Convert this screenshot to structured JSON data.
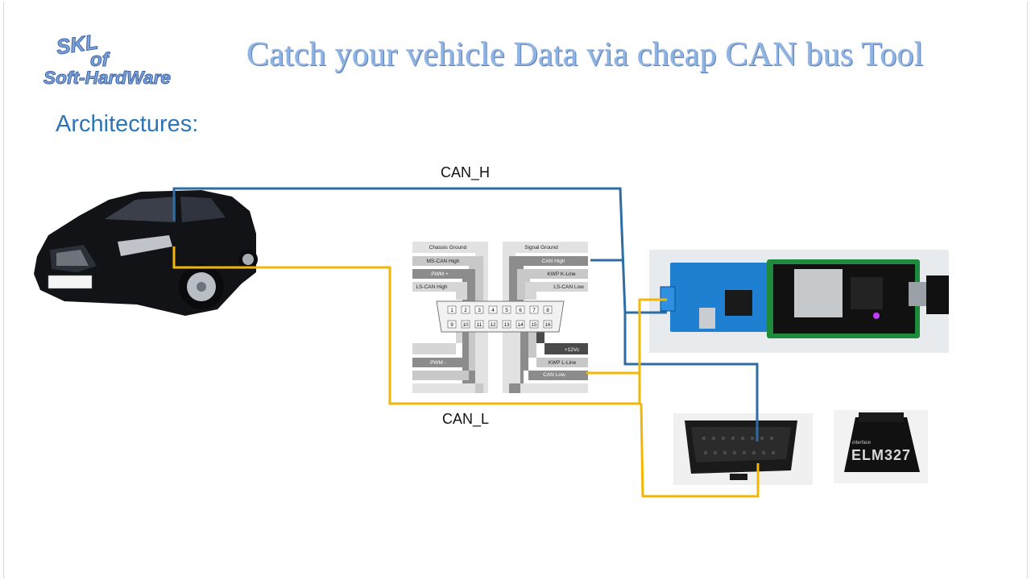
{
  "title": "Catch your vehicle Data via cheap CAN bus Tool",
  "section_heading": "Architectures:",
  "logo": {
    "line1": "SKL",
    "line2": "of",
    "line3": "Soft-HardWare"
  },
  "wires": {
    "can_h": "CAN_H",
    "can_l": "CAN_L"
  },
  "obd_pinout": {
    "left_labels": [
      "Chassis Ground",
      "MS-CAN High",
      "PWM +",
      "LS-CAN High",
      "PWM -"
    ],
    "right_labels": [
      "Signal Ground",
      "CAN High",
      "KWP K-Line",
      "LS-CAN Low",
      "+12Vc",
      "KWP L-Line",
      "CAN Low"
    ],
    "top_pins": [
      "1",
      "2",
      "3",
      "4",
      "5",
      "6",
      "7",
      "8"
    ],
    "bottom_pins": [
      "9",
      "10",
      "11",
      "12",
      "13",
      "14",
      "15",
      "16"
    ]
  },
  "elm_adapter": {
    "brand_small": "interface",
    "brand": "ELM327"
  },
  "colors": {
    "can_h": "#2e6da4",
    "can_l": "#f2b705",
    "title": "#8fb4e3",
    "heading": "#2e75b6"
  },
  "icons": [
    "car-image",
    "can-module-photo",
    "obd-connector-photo",
    "elm327-adapter-photo",
    "obd-pinout-diagram"
  ]
}
